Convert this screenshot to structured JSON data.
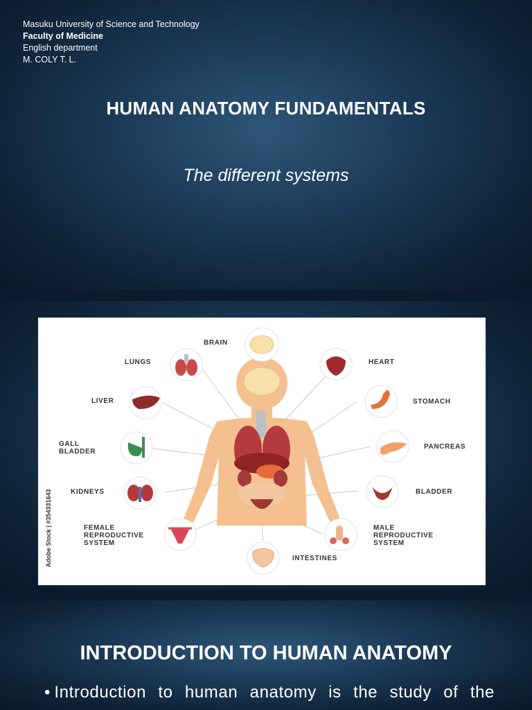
{
  "slide1": {
    "meta": [
      "Masuku University of Science and Technology",
      "Faculty of Medicine",
      "English department",
      "M. COLY T. L."
    ],
    "title": "HUMAN ANATOMY FUNDAMENTALS",
    "subtitle": "The different systems"
  },
  "slide2": {
    "labels": {
      "brain": "BRAIN",
      "lungs": "LUNGS",
      "heart": "HEART",
      "liver": "LIVER",
      "stomach": "STOMACH",
      "gall1": "GALL",
      "gall2": "BLADDER",
      "pancreas": "PANCREAS",
      "kidneys": "KIDNEYS",
      "bladder": "BLADDER",
      "female1": "FEMALE",
      "female2": "REPRODUCTIVE",
      "female3": "SYSTEM",
      "male1": "MALE",
      "male2": "REPRODUCTIVE",
      "male3": "SYSTEM",
      "intestines": "INTESTINES"
    },
    "watermark": "Adobe Stock | #354331643"
  },
  "slide3": {
    "title": "INTRODUCTION TO HUMAN ANATOMY",
    "bullet": "Introduction to human anatomy is the study of the"
  }
}
